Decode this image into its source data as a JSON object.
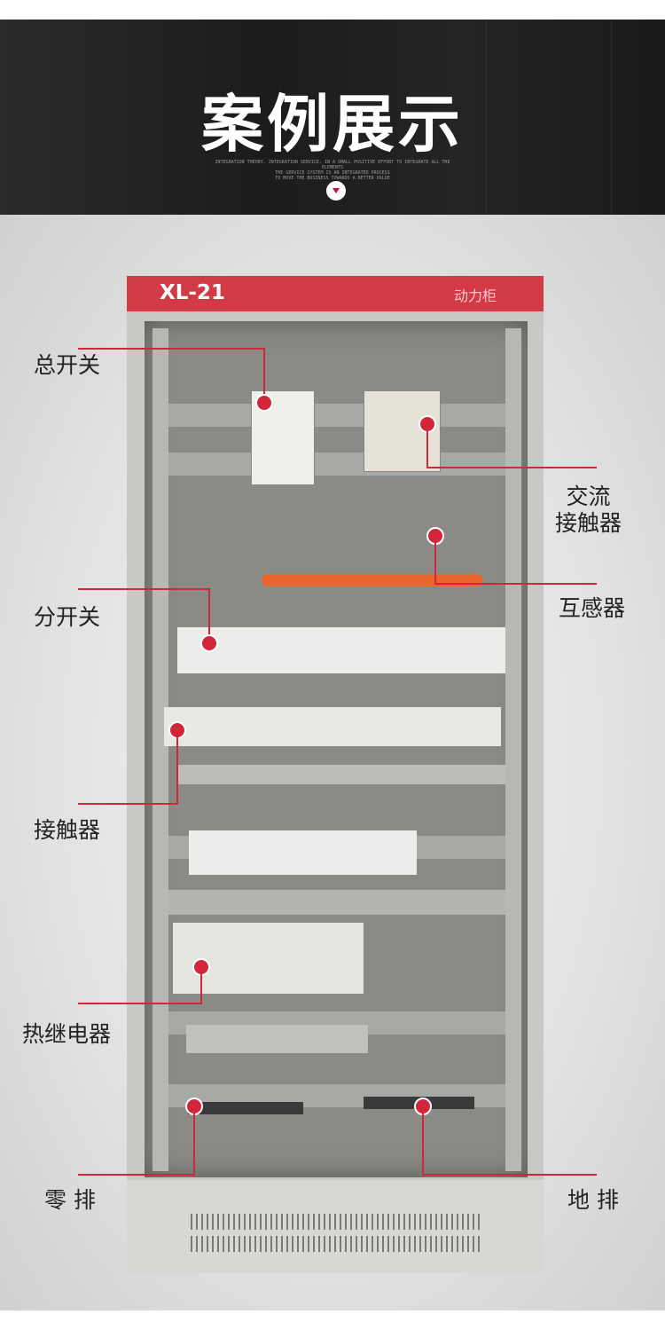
{
  "header": {
    "title": "案例展示",
    "subtitle_lines": [
      "INTEGRATION THEORY, INTEGRATION SERVICE, IN A SMALL POSITIVE EFFORT TO INTEGRATE ALL THE",
      "ELEMENTS",
      "THE SERVICE SYSTEM IS AN INTEGRATED PROCESS",
      "TO MOVE THE BUSINESS TOWARDS A BETTER VALUE"
    ],
    "scroll_icon": "chevron-down-icon"
  },
  "cabinet": {
    "model": "XL-21",
    "type": "动力柜"
  },
  "callouts": {
    "main_switch": "总开关",
    "ac_contactor_line1": "交流",
    "ac_contactor_line2": "接触器",
    "transformer": "互感器",
    "branch_switch": "分开关",
    "contactor": "接触器",
    "thermal_relay": "热继电器",
    "neutral_bar": "零 排",
    "earth_bar": "地 排"
  },
  "colors": {
    "accent": "#d2263a",
    "header_bg": "#222222",
    "sign_bg": "#d23a46"
  }
}
